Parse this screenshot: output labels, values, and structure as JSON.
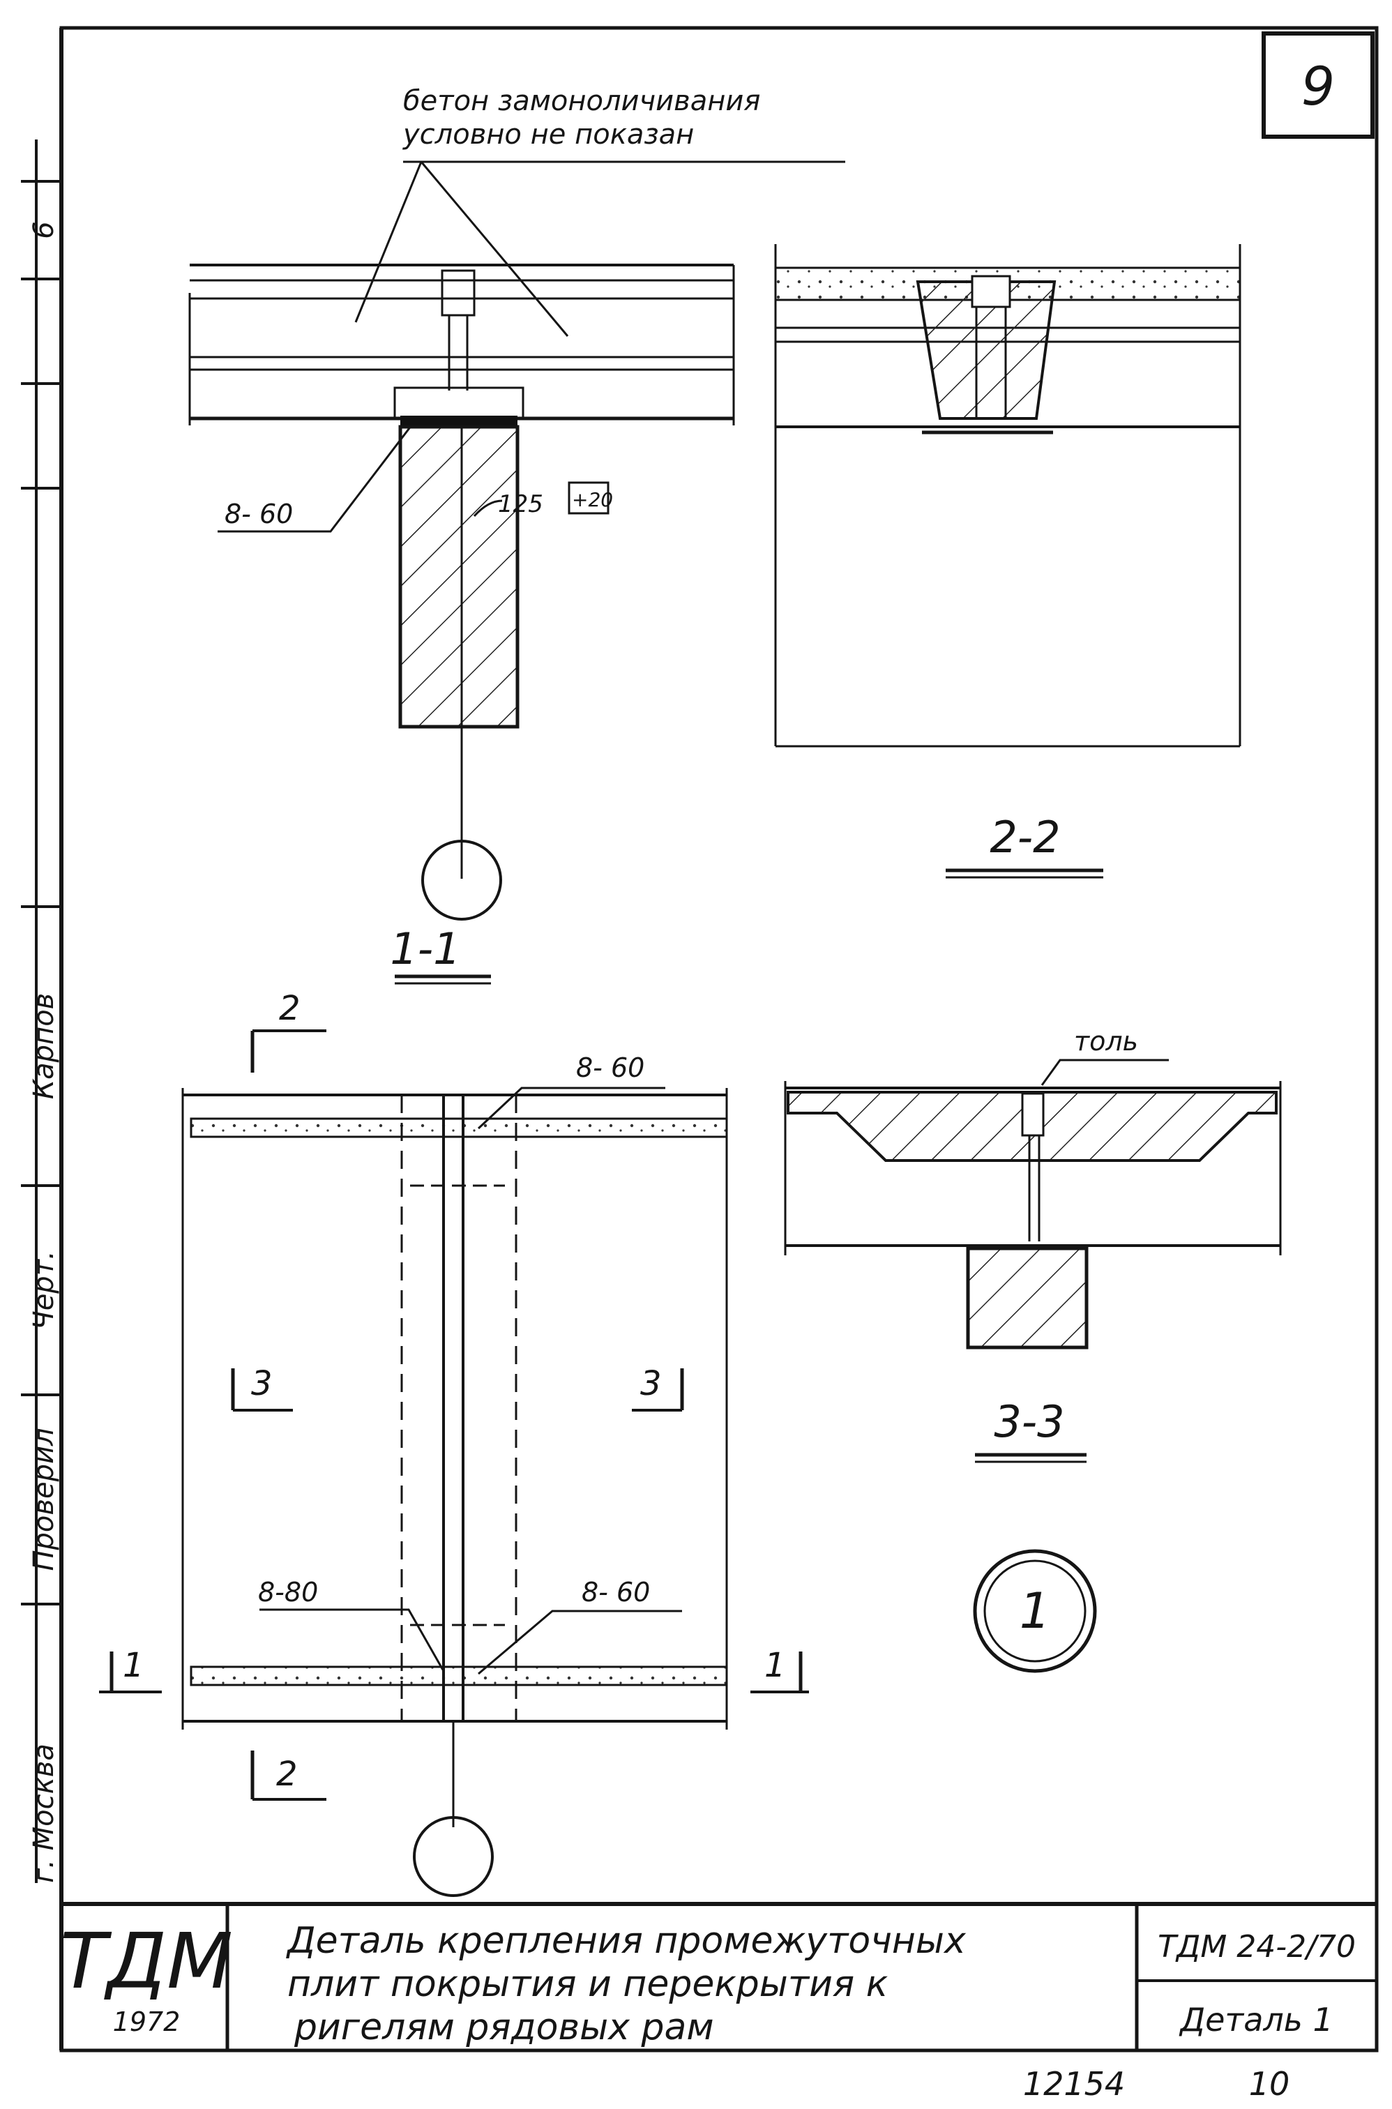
{
  "sheet": {
    "number": "9",
    "bottom_code": "12154",
    "bottom_page": "10"
  },
  "labels": {
    "note_line1": "бетон замоноличивания",
    "note_line2": "условно не показан",
    "weld_s11": "8- 60",
    "dim_125": "125",
    "boxed_note": "+20",
    "section_11": "1-1",
    "section_22": "2-2",
    "section_33": "3-3",
    "plan_weld_top": "8- 60",
    "plan_weld_bottom_left": "8-80",
    "plan_weld_bottom_right": "8- 60",
    "tol": "толь",
    "cut_2": "2",
    "cut_3": "3",
    "cut_1": "1",
    "detail_number": "1"
  },
  "side_stamp": {
    "top_mark": "6",
    "names": [
      "г. Москва",
      "Проверил",
      "Черт.",
      "Карпов"
    ]
  },
  "title_block": {
    "org": "ТДМ",
    "year": "1972",
    "title_line1": "Деталь крепления промежуточных",
    "title_line2": "плит покрытия и перекрытия к",
    "title_line3": "ригелям рядовых рам",
    "code": "ТДМ 24-2/70",
    "detail": "Деталь 1"
  }
}
